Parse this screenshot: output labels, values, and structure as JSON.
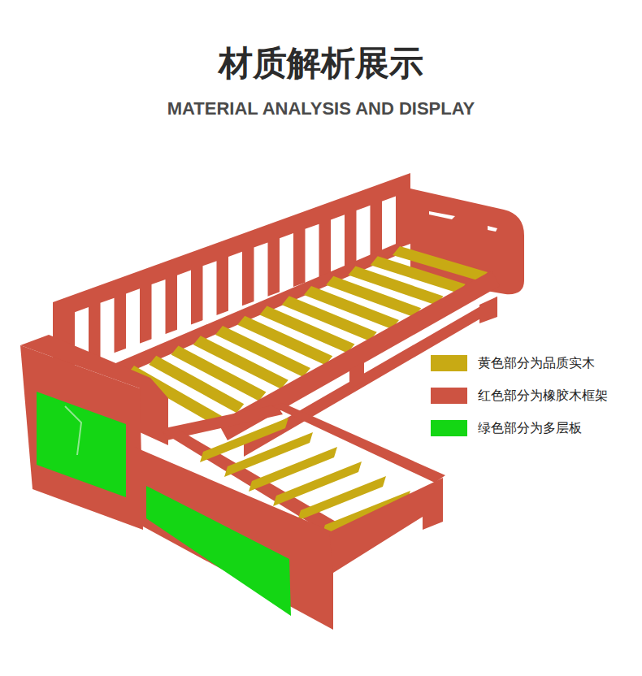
{
  "diagram": {
    "title": "材质解析展示",
    "labels": [
      "MATERIAL ANALYSIS AND DISPLAY"
    ],
    "legend": [
      {
        "text": "黄色部分为品质实木",
        "color": "#c8aa14"
      },
      {
        "text": "红色部分为橡胶木框架",
        "color": "#cd5342"
      },
      {
        "text": "绿色部分为多层板",
        "color": "#14d614"
      }
    ]
  }
}
